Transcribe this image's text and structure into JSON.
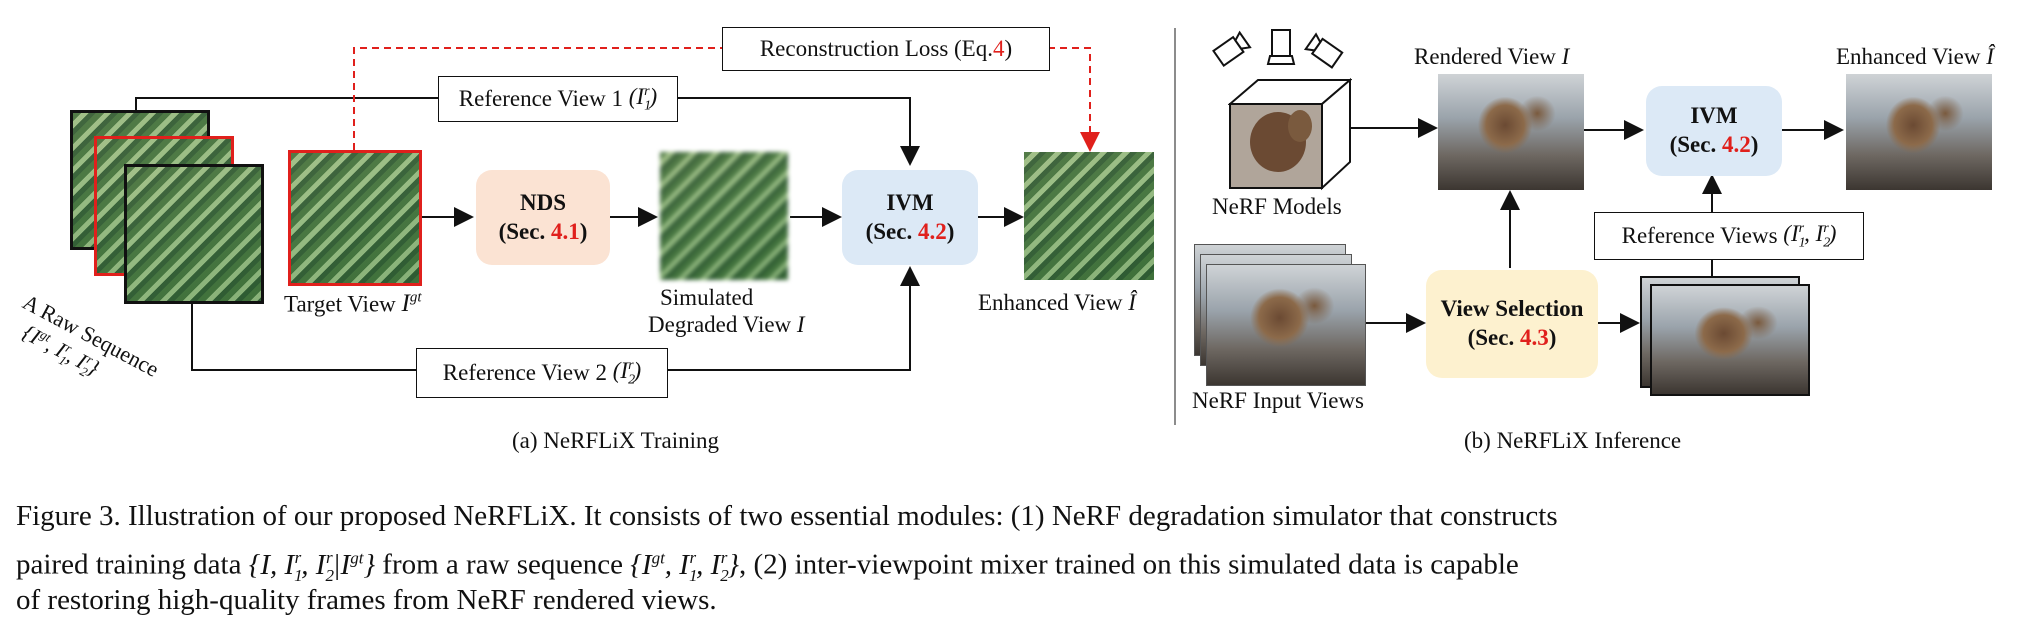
{
  "panel_a": {
    "reconstruction_loss_prefix": "Reconstruction Loss (Eq.",
    "reconstruction_loss_eq": "4",
    "reconstruction_loss_suffix": ")",
    "reference_view_1": "Reference View 1",
    "reference_view_2": "Reference View 2",
    "target_view": "Target View",
    "raw_sequence": "A Raw Sequence",
    "nds_title": "NDS",
    "nds_sec_prefix": "(Sec. ",
    "nds_sec": "4.1",
    "nds_sec_suffix": ")",
    "simulated_line1": "Simulated",
    "simulated_line2": "Degraded View",
    "ivm_title": "IVM",
    "ivm_sec_prefix": "(Sec. ",
    "ivm_sec": "4.2",
    "ivm_sec_suffix": ")",
    "enhanced_view": "Enhanced View",
    "caption": "(a)  NeRFLiX Training"
  },
  "panel_b": {
    "rendered_view": "Rendered View",
    "enhanced_view": "Enhanced View",
    "nerf_models": "NeRF Models",
    "nerf_input_views": "NeRF Input Views",
    "ivm_title": "IVM",
    "ivm_sec_prefix": "(Sec. ",
    "ivm_sec": "4.2",
    "ivm_sec_suffix": ")",
    "reference_views": "Reference Views",
    "view_selection_title": "View Selection",
    "view_selection_sec_prefix": "(Sec. ",
    "view_selection_sec": "4.3",
    "view_selection_sec_suffix": ")",
    "caption": "(b)  NeRFLiX Inference"
  },
  "figure_caption": {
    "line1": "Figure 3.  Illustration of our proposed NeRFLiX. It consists of two essential modules: (1) NeRF degradation simulator that constructs",
    "line2_a": "paired training data",
    "line2_b": "from a raw sequence",
    "line2_c": ", (2) inter-viewpoint mixer trained on this simulated data is capable",
    "line3": "of restoring high-quality frames from NeRF rendered views."
  },
  "colors": {
    "red_accent": "#e0201c",
    "nds_fill": "#fbe3d3",
    "ivm_fill": "#dce9f6",
    "view_selection_fill": "#fdf1cf"
  }
}
